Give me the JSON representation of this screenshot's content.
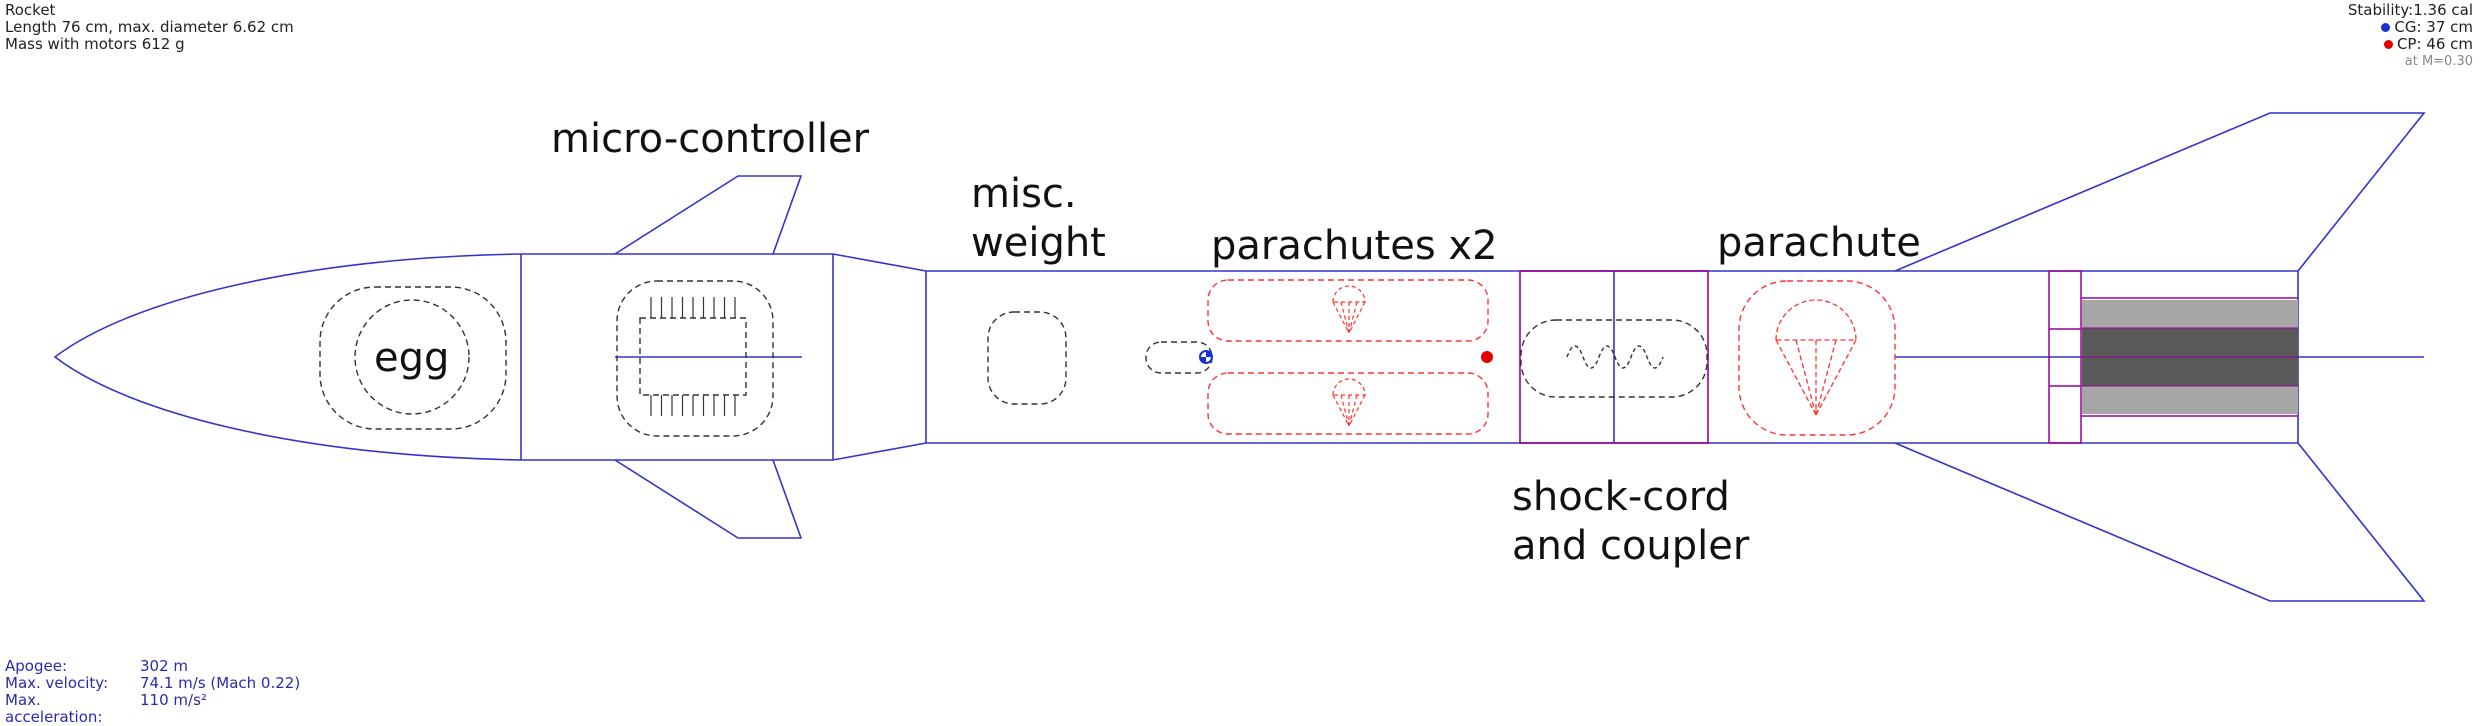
{
  "info": {
    "name": "Rocket",
    "dimensions": "Length 76 cm, max. diameter 6.62 cm",
    "mass": "Mass with motors 612 g",
    "stability": "Stability:1.36 cal",
    "cg": "CG:  37 cm",
    "cp": "CP:  46 cm",
    "mach": "at M=0.30"
  },
  "flight": {
    "apogee_label": "Apogee:",
    "apogee_value": "302 m",
    "velocity_label": "Max. velocity:",
    "velocity_value": "74.1 m/s  (Mach 0.22)",
    "accel_label": "Max. acceleration:",
    "accel_value": "110 m/s²"
  },
  "labels": {
    "egg": "egg",
    "micro_controller": "micro-controller",
    "misc_line1": "misc.",
    "misc_line2": "weight",
    "parachutes_x2": "parachutes x2",
    "parachute": "parachute",
    "shock_line1": "shock-cord",
    "shock_line2": "and coupler"
  },
  "colors": {
    "body": "#3333cc",
    "internal": "#333333",
    "recovery": "#ff3333",
    "coupler": "#990099",
    "motor": "#555555"
  }
}
